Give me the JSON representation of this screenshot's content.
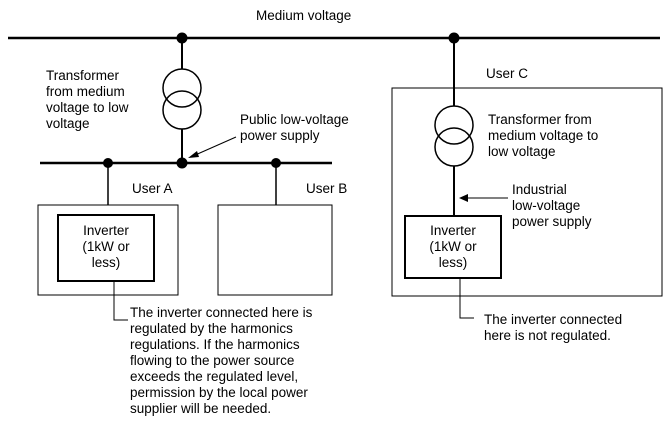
{
  "labels": {
    "medium_voltage": "Medium voltage",
    "transformer_left": [
      "Transformer",
      "from medium",
      "voltage to low",
      "voltage"
    ],
    "public_supply": [
      "Public low-voltage",
      "power supply"
    ],
    "user_a": "User  A",
    "user_b": "User  B",
    "user_c": "User  C",
    "transformer_right": [
      "Transformer from",
      "medium voltage to",
      "low voltage"
    ],
    "industrial_supply": [
      "Industrial",
      "low-voltage",
      "power supply"
    ],
    "inverter_a": [
      "Inverter",
      "(1kW or",
      "less)"
    ],
    "inverter_c": [
      "Inverter",
      "(1kW or",
      "less)"
    ],
    "note_regulated": [
      "The inverter connected here is",
      "regulated by the harmonics",
      "regulations. If the harmonics",
      "flowing to the power source",
      "exceeds the regulated level,",
      "permission by the local power",
      "supplier will be needed."
    ],
    "note_not_regulated": [
      "The inverter connected",
      "here is not regulated."
    ]
  }
}
